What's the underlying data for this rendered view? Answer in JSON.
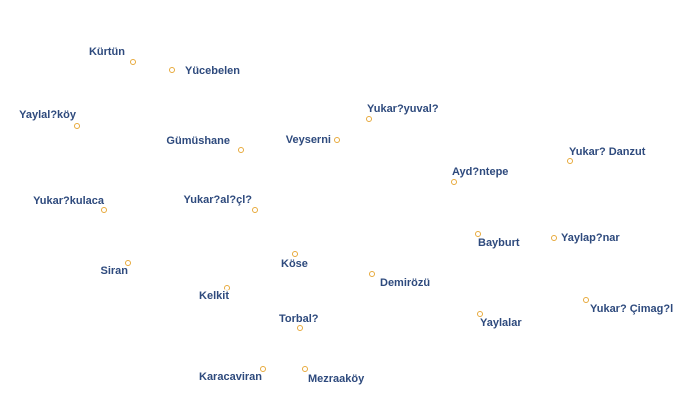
{
  "map": {
    "marker_color": "#e7a93b",
    "label_color": "#2e4a7d",
    "places": [
      {
        "id": "kurtun",
        "name": "Kürtün"
      },
      {
        "id": "yucebelen",
        "name": "Yücebelen"
      },
      {
        "id": "yaylakoy",
        "name": "Yaylal?köy"
      },
      {
        "id": "yukariyuvali",
        "name": "Yukar?yuval?"
      },
      {
        "id": "gumushane",
        "name": "Gümüshane"
      },
      {
        "id": "veyserni",
        "name": "Veyserni"
      },
      {
        "id": "yukaridanzut",
        "name": "Yukar? Danzut"
      },
      {
        "id": "aydintepe",
        "name": "Ayd?ntepe"
      },
      {
        "id": "yukarikulaca",
        "name": "Yukar?kulaca"
      },
      {
        "id": "yukarialicli",
        "name": "Yukar?al?çl?"
      },
      {
        "id": "bayburt",
        "name": "Bayburt"
      },
      {
        "id": "yaylapinar",
        "name": "Yaylap?nar"
      },
      {
        "id": "siran",
        "name": "Siran"
      },
      {
        "id": "kose",
        "name": "Köse"
      },
      {
        "id": "demirozu",
        "name": "Demirözü"
      },
      {
        "id": "kelkit",
        "name": "Kelkit"
      },
      {
        "id": "yukaricimagil",
        "name": "Yukar? Çimag?l"
      },
      {
        "id": "torbali",
        "name": "Torbal?"
      },
      {
        "id": "yaylalar",
        "name": "Yaylalar"
      },
      {
        "id": "karacaviran",
        "name": "Karacaviran"
      },
      {
        "id": "mezraakoy",
        "name": "Mezraaköy"
      }
    ]
  }
}
